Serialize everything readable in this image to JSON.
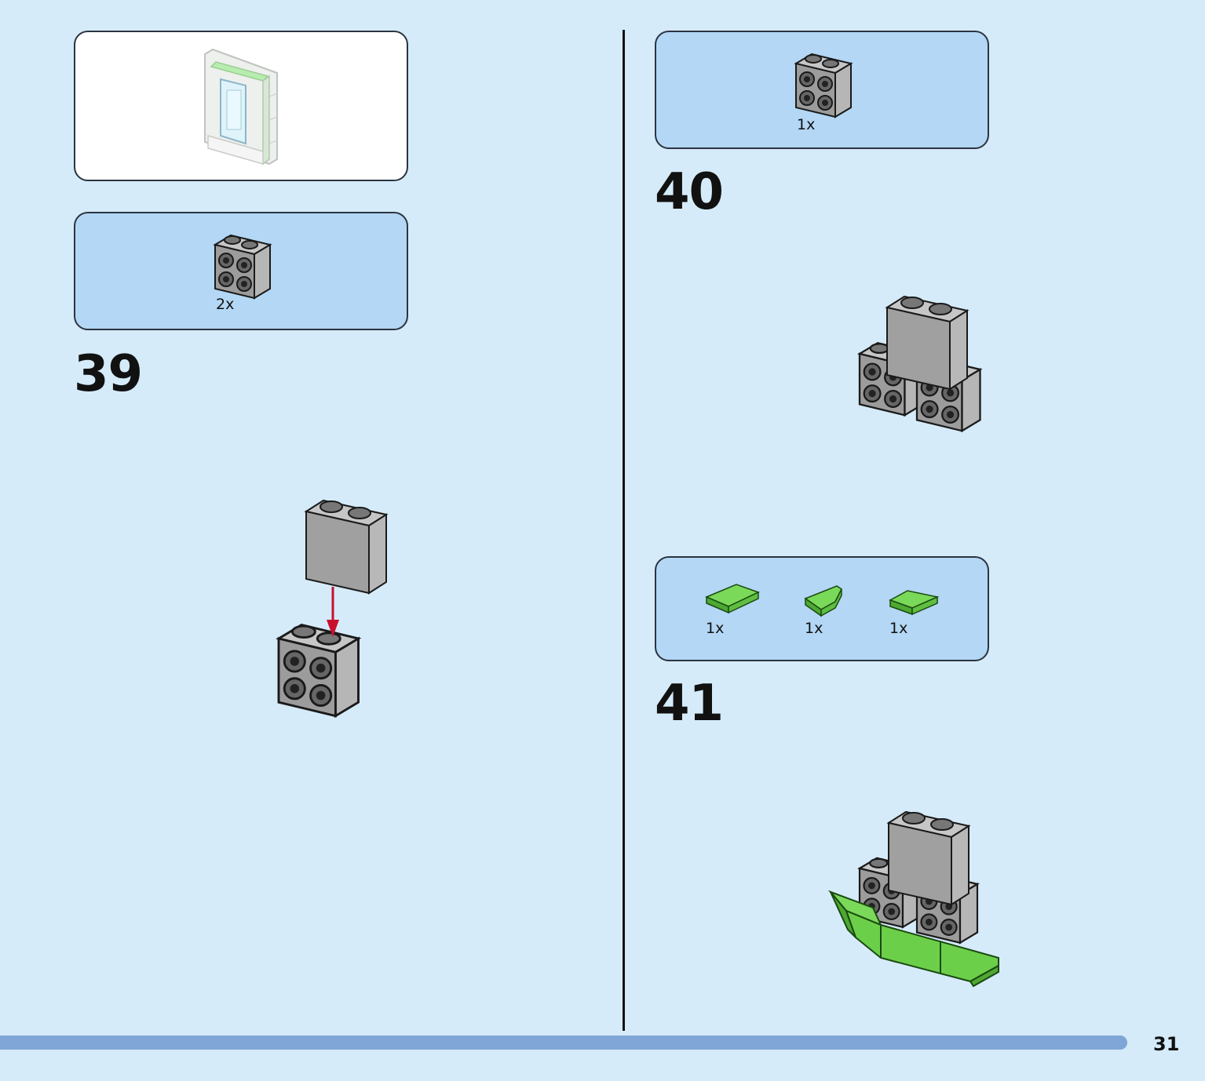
{
  "steps": [
    {
      "number": "39",
      "parts": [
        {
          "qty": "2x",
          "part": "grey-brick-2x2-side-studs-icon"
        }
      ]
    },
    {
      "number": "40",
      "parts": [
        {
          "qty": "1x",
          "part": "grey-brick-2x2-side-studs-icon"
        }
      ]
    },
    {
      "number": "41",
      "parts": [
        {
          "qty": "1x",
          "part": "green-tile-icon"
        },
        {
          "qty": "1x",
          "part": "green-wedge-tile-left-icon"
        },
        {
          "qty": "1x",
          "part": "green-wedge-tile-right-icon"
        }
      ]
    }
  ],
  "page_number": "31",
  "colors": {
    "background": "#d5ebf9",
    "parts_box": "#b3d7f4",
    "brick_grey": "#a3a3a3",
    "brick_green": "#6ccf4a",
    "arrow_red": "#c8102e",
    "progress_bar": "#7fa6d6"
  },
  "progress": 0.94
}
